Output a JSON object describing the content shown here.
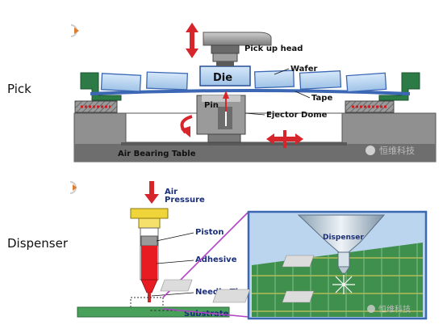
{
  "side_labels": {
    "pick": "Pick",
    "dispenser": "Dispenser"
  },
  "pick": {
    "pickup_head": "Pick up head",
    "wafer": "Wafer",
    "die": "Die",
    "tape": "Tape",
    "pin": "Pin",
    "ejector_dome": "Ejector Dome",
    "air_bearing_table": "Air Bearing Table",
    "watermark": "恒维科技"
  },
  "dispenser": {
    "air_pressure_1": "Air",
    "air_pressure_2": "Pressure",
    "piston": "Piston",
    "adhesive": "Adhesive",
    "needle_tip": "Needle Tip",
    "substrate": "Substrate",
    "dispenser_label": "Dispenser",
    "watermark": "恒维科技"
  },
  "colors": {
    "steel_blue": "#3b67b5",
    "panel_blue": "#bcd5ee",
    "gray_base": "#8a8a8a",
    "green": "#2c7a45",
    "adhesive_red": "#e81b22",
    "arrow_red": "#d7262b",
    "arrow_purple": "#b243c8",
    "pcb_green": "#3f8f4d",
    "substrate_green": "#48a05a"
  }
}
